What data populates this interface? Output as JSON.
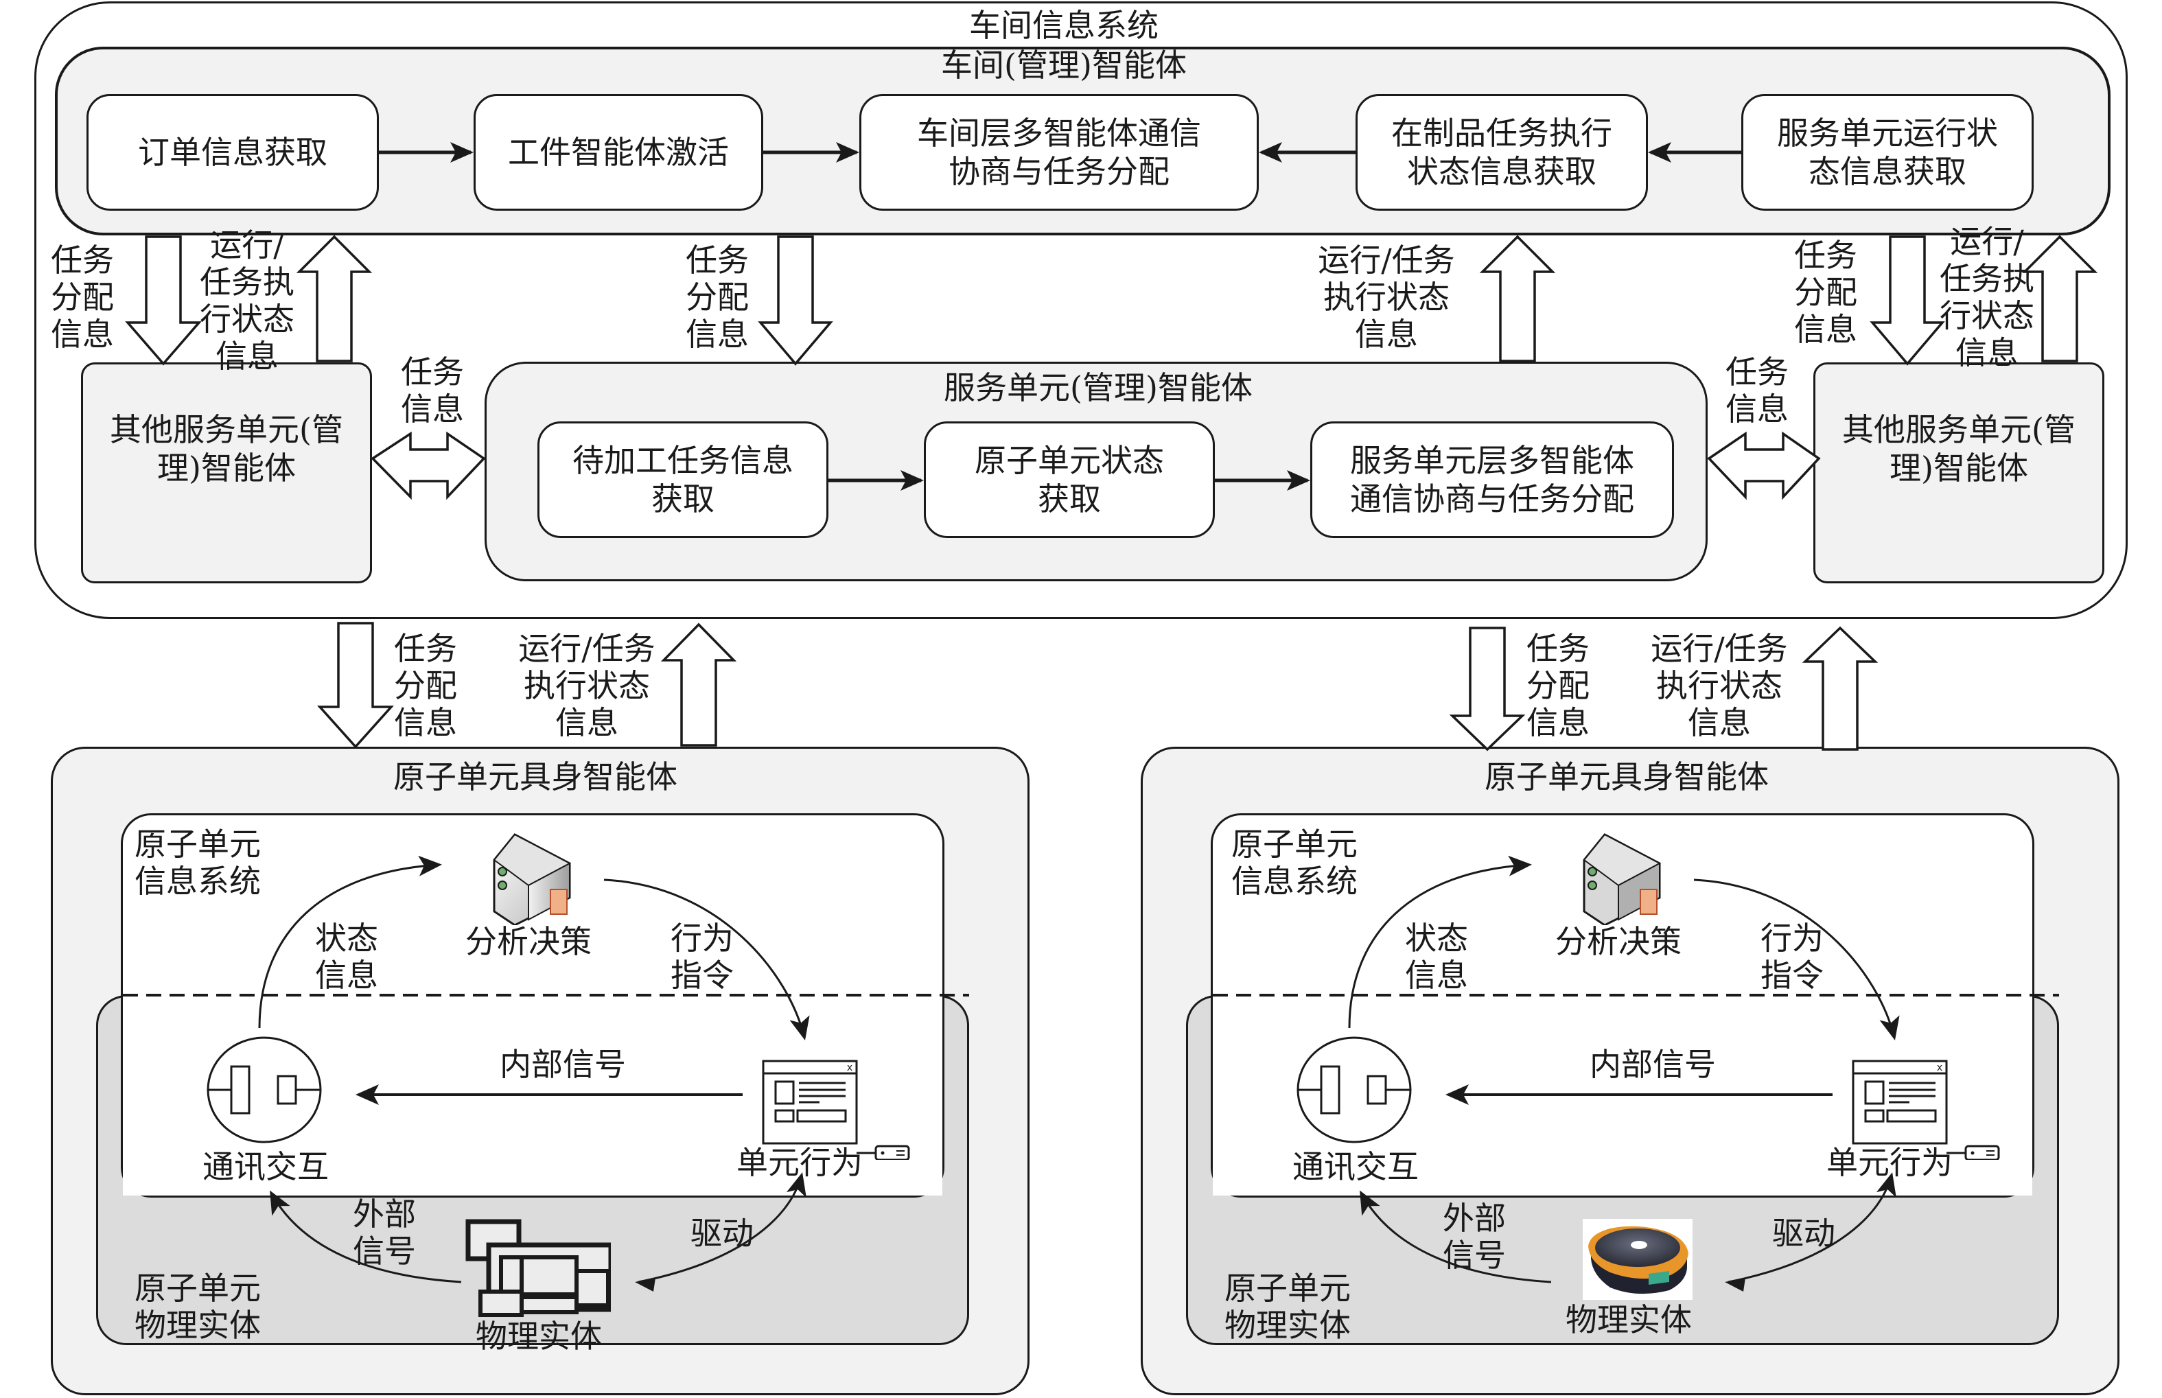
{
  "workshop_system": {
    "title": "车间信息系统",
    "workshop_agent": {
      "title": "车间(管理)智能体",
      "steps": [
        "订单信息获取",
        "工件智能体激活",
        "车间层多智能体通信\n协商与任务分配",
        "在制品任务执行\n状态信息获取",
        "服务单元运行状\n态信息获取"
      ]
    },
    "service_unit_agent": {
      "title": "服务单元(管理)智能体",
      "steps": [
        "待加工任务信息\n获取",
        "原子单元状态\n获取",
        "服务单元层多智能体\n通信协商与任务分配"
      ]
    },
    "other_service_left": "其他服务单元(管\n理)智能体",
    "other_service_right": "其他服务单元(管\n理)智能体",
    "labels": {
      "task_alloc_left": "任务\n分配\n信息",
      "run_status_left": "运行/\n任务执\n行状态\n信息",
      "task_alloc_mid": "任务\n分配\n信息",
      "run_status_mid": "运行/任务\n执行状态\n信息",
      "task_alloc_right": "任务\n分配\n信息",
      "run_status_right": "运行/\n任务执\n行状态\n信息",
      "task_info_left": "任务\n信息",
      "task_info_right": "任务\n信息"
    }
  },
  "between_levels": [
    {
      "task_alloc": "任务\n分配\n信息",
      "run_status": "运行/任务\n执行状态\n信息"
    },
    {
      "task_alloc": "任务\n分配\n信息",
      "run_status": "运行/任务\n执行状态\n信息"
    }
  ],
  "atomic_units": [
    {
      "title": "原子单元具身智能体",
      "info_system_label": "原子单元\n信息系统",
      "physical_label": "原子单元\n物理实体",
      "analysis": "分析决策",
      "state_info": "状态\n信息",
      "behavior_cmd": "行为\n指令",
      "internal_signal": "内部信号",
      "comm": "通讯交互",
      "unit_behavior": "单元行为",
      "external_signal": "外部\n信号",
      "drive": "驱动",
      "physical_entity": "物理实体",
      "entity_icon": "machine-tool-icon"
    },
    {
      "title": "原子单元具身智能体",
      "info_system_label": "原子单元\n信息系统",
      "physical_label": "原子单元\n物理实体",
      "analysis": "分析决策",
      "state_info": "状态\n信息",
      "behavior_cmd": "行为\n指令",
      "internal_signal": "内部信号",
      "comm": "通讯交互",
      "unit_behavior": "单元行为",
      "external_signal": "外部\n信号",
      "drive": "驱动",
      "physical_entity": "物理实体",
      "entity_icon": "agv-robot-icon"
    }
  ],
  "colors": {
    "line": "#1a1a1a",
    "panel_fill": "#f2f2f2",
    "physical_fill": "#dcdcdc",
    "box_fill": "#ffffff",
    "agv_orange": "#e8962a"
  }
}
